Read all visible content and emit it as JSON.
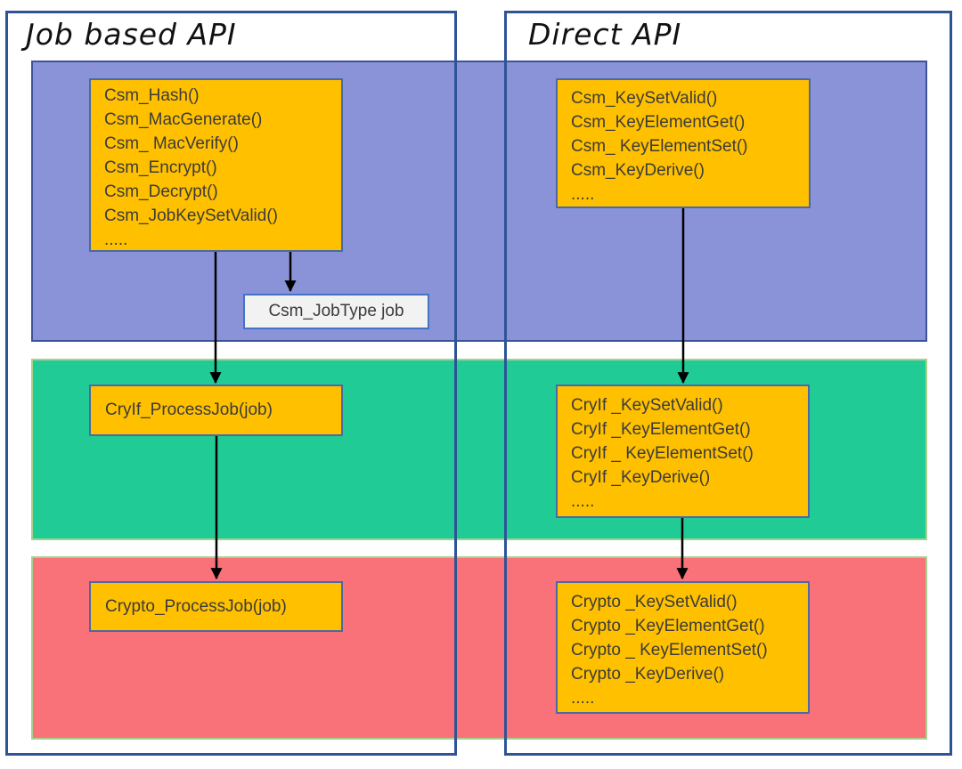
{
  "diagram": {
    "left_panel_title": "Job based API",
    "right_panel_title": "Direct API"
  },
  "boxes": {
    "csm_job": {
      "lines": [
        "Csm_Hash()",
        "Csm_MacGenerate()",
        "Csm_ MacVerify()",
        "Csm_Encrypt()",
        "Csm_Decrypt()",
        "Csm_JobKeySetValid()",
        "....."
      ]
    },
    "csm_key": {
      "lines": [
        "Csm_KeySetValid()",
        "Csm_KeyElementGet()",
        "Csm_ KeyElementSet()",
        "Csm_KeyDerive()",
        "....."
      ]
    },
    "job_type": {
      "label": "Csm_JobType job"
    },
    "cryif_job": {
      "label": "CryIf_ProcessJob(job)"
    },
    "cryif_key": {
      "lines": [
        "CryIf _KeySetValid()",
        "CryIf _KeyElementGet()",
        "CryIf _ KeyElementSet()",
        "CryIf _KeyDerive()",
        "....."
      ]
    },
    "crypto_job": {
      "label": "Crypto_ProcessJob(job)"
    },
    "crypto_key": {
      "lines": [
        "Crypto _KeySetValid()",
        "Crypto _KeyElementGet()",
        "Crypto _ KeyElementSet()",
        "Crypto _KeyDerive()",
        "....."
      ]
    }
  },
  "colors": {
    "csm-layer": "#8A93D8",
    "cryif-layer": "#21CB96",
    "crypto-layer": "#F97179",
    "layer-blue-border": "#3A539B",
    "layer-green-border": "#A9D18E",
    "outer-border": "#2F5496",
    "function-box": "#FFC000",
    "function-box-border": "#4A69A5",
    "jobtype-fill": "#F2F2F2",
    "jobtype-border": "#4472C4",
    "arrow": "#000000",
    "text": "#3B3B3B",
    "title-text": "#111111"
  }
}
